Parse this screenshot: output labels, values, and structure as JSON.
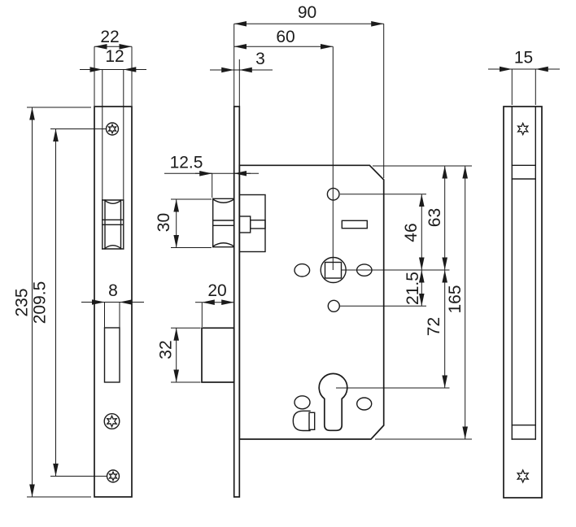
{
  "drawing": {
    "type": "technical-drawing",
    "subject": "mortise-lock-three-views",
    "views": {
      "left": {
        "name": "faceplate-front-view",
        "dims": {
          "plate_outer_width": "22",
          "latch_slot_width": "12",
          "plate_height": "235",
          "screw_center_spacing": "209.5",
          "deadbolt_slot_width": "8"
        }
      },
      "front": {
        "name": "lock-case-side-view",
        "dims": {
          "case_depth": "90",
          "backset": "60",
          "faceplate_thickness": "3",
          "latch_projection": "12.5",
          "latch_height": "30",
          "deadbolt_throw": "20",
          "deadbolt_height": "32",
          "top_hole_to_spindle": "46",
          "case_top_to_spindle": "63",
          "spindle_to_lower_hole": "21.5",
          "spindle_to_cylinder": "72",
          "case_height": "165"
        }
      },
      "right": {
        "name": "edge-view",
        "dims": {
          "case_thickness": "15"
        }
      }
    },
    "colors": {
      "line": "#1b1b1b",
      "background": "#ffffff"
    }
  }
}
